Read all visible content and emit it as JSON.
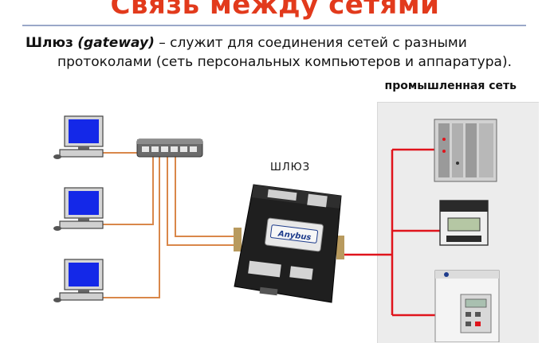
{
  "slide": {
    "title": "Связь между сетями",
    "term": "Шлюз",
    "term_en": "(gateway)",
    "definition_line1": " – служит для соединения сетей с разными",
    "definition_line2": "протоколами (сеть персональных компьютеров и аппаратура).",
    "industrial_network_label": "промышленная сеть",
    "gateway_label": "ШЛЮЗ",
    "gateway_brand": "Anybus"
  },
  "colors": {
    "title": "#e23a1c",
    "wire_pc": "#d9874a",
    "wire_industrial": "#e0141c",
    "screen": "#1428e8"
  }
}
